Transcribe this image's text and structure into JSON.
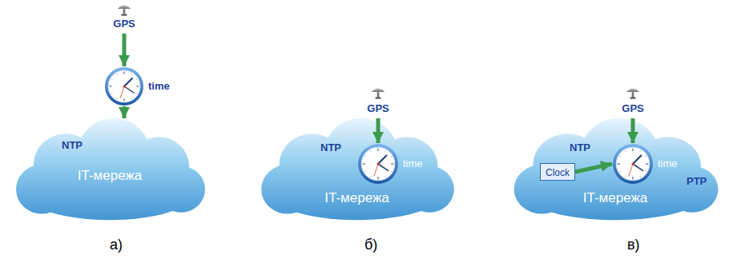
{
  "diagram": {
    "nodes": [
      {
        "text": [
          "GPS"
        ]
      },
      {
        "text": [
          "time"
        ]
      },
      {
        "text": [
          "NTP",
          "IT-мережа"
        ]
      },
      {
        "text": [
          "GPS"
        ]
      },
      {
        "text": [
          "NTP",
          "IT-мережа"
        ]
      },
      {
        "text": [
          "time"
        ],
        "in": 4
      },
      {
        "text": [
          "GPS"
        ]
      },
      {
        "text": [
          "NTP",
          "IT-мережа",
          "PTP"
        ]
      },
      {
        "text": [
          "Clock"
        ],
        "in": 7
      },
      {
        "text": [
          "time"
        ],
        "in": 7
      }
    ],
    "edges": [
      {
        "from": 0,
        "to": 1,
        "arrow": "to"
      },
      {
        "from": 1,
        "to": 2,
        "arrow": "to"
      },
      {
        "from": 3,
        "to": 5,
        "arrow": "to"
      },
      {
        "from": 6,
        "to": 9,
        "arrow": "to"
      },
      {
        "from": 8,
        "to": 9,
        "arrow": "to"
      }
    ],
    "labels": [
      "а)",
      "б)",
      "в)"
    ]
  }
}
